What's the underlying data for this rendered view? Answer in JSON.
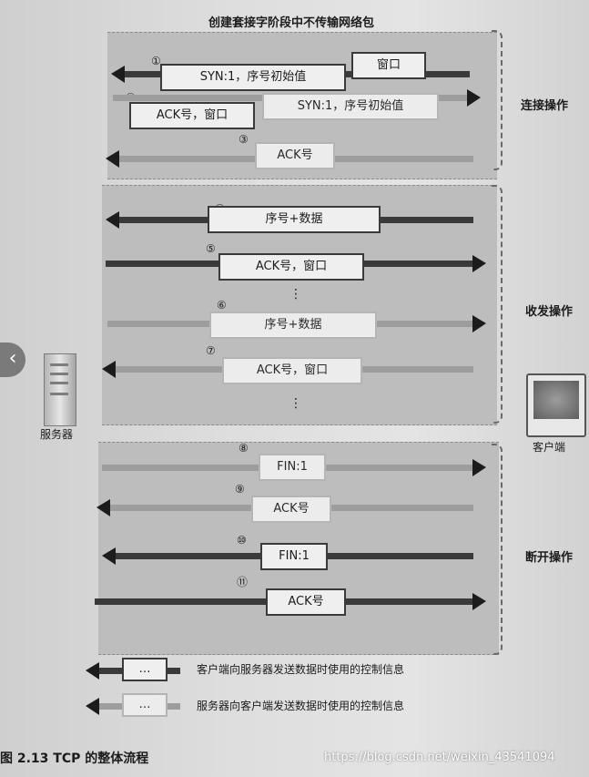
{
  "title": "创建套接字阶段中不传输网络包",
  "sections": {
    "connect": "连接操作",
    "transfer": "收发操作",
    "close": "断开操作"
  },
  "steps": {
    "s1": {
      "num": "①",
      "box": "SYN:1，序号初始值",
      "extra": "窗口"
    },
    "s2": {
      "num": "②",
      "box": "ACK号，窗口",
      "extra": "SYN:1，序号初始值"
    },
    "s3": {
      "num": "③",
      "box": "ACK号"
    },
    "s4": {
      "num": "④",
      "box": "序号+数据"
    },
    "s5": {
      "num": "⑤",
      "box": "ACK号，窗口"
    },
    "s6": {
      "num": "⑥",
      "box": "序号+数据"
    },
    "s7": {
      "num": "⑦",
      "box": "ACK号，窗口"
    },
    "s8": {
      "num": "⑧",
      "box": "FIN:1"
    },
    "s9": {
      "num": "⑨",
      "box": "ACK号"
    },
    "s10": {
      "num": "⑩",
      "box": "FIN:1"
    },
    "s11": {
      "num": "⑪",
      "box": "ACK号"
    }
  },
  "ellipsis": "⋮",
  "server_label": "服务器",
  "client_label": "客户端",
  "legend": {
    "box_text": "…",
    "dark": "客户端向服务器发送数据时使用的控制信息",
    "light": "服务器向客户端发送数据时使用的控制信息"
  },
  "caption": "图 2.13   TCP 的整体流程",
  "watermark": "https://blog.csdn.net/weixin_43541094",
  "nav": "‹",
  "colors": {
    "dark_arrow": "#3a3a3a",
    "light_arrow": "#9d9d9d",
    "panel": "#bdbdbd"
  }
}
